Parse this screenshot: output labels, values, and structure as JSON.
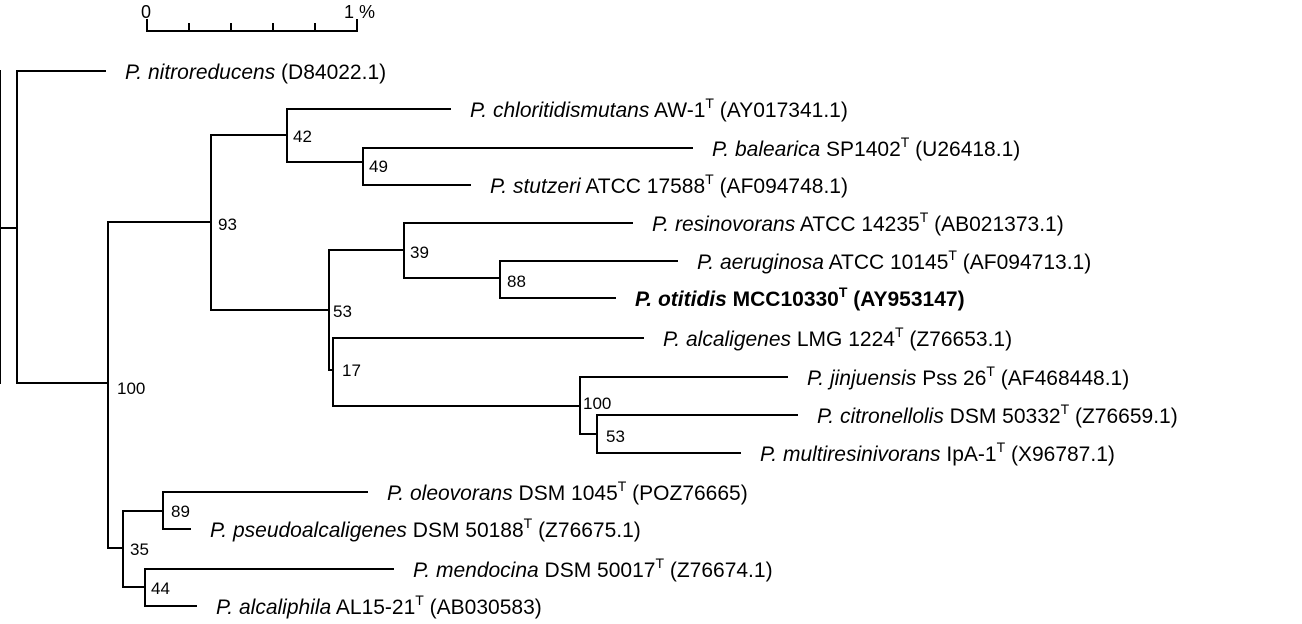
{
  "scale_bar": {
    "start_label": "0",
    "end_label": "1 %"
  },
  "taxa": [
    {
      "genus": "P. nitroreducens",
      "strain": "",
      "type_mark": "",
      "accession": "(D84022.1)",
      "bold": false
    },
    {
      "genus": "P. chloritidismutans",
      "strain": "AW-1",
      "type_mark": "T",
      "accession": "(AY017341.1)",
      "bold": false
    },
    {
      "genus": "P. balearica",
      "strain": "SP1402",
      "type_mark": "T",
      "accession": "(U26418.1)",
      "bold": false
    },
    {
      "genus": "P. stutzeri",
      "strain": "ATCC 17588",
      "type_mark": "T",
      "accession": "(AF094748.1)",
      "bold": false
    },
    {
      "genus": "P. resinovorans",
      "strain": "ATCC 14235",
      "type_mark": "T",
      "accession": "(AB021373.1)",
      "bold": false
    },
    {
      "genus": "P. aeruginosa",
      "strain": "ATCC 10145",
      "type_mark": "T",
      "accession": "(AF094713.1)",
      "bold": false
    },
    {
      "genus": "P. otitidis",
      "strain": "MCC10330",
      "type_mark": "T",
      "accession": "(AY953147)",
      "bold": true
    },
    {
      "genus": "P. alcaligenes",
      "strain": "LMG 1224",
      "type_mark": "T",
      "accession": "(Z76653.1)",
      "bold": false
    },
    {
      "genus": "P. jinjuensis",
      "strain": "Pss 26",
      "type_mark": "T",
      "accession": "(AF468448.1)",
      "bold": false
    },
    {
      "genus": "P. citronellolis",
      "strain": "DSM 50332",
      "type_mark": "T",
      "accession": "(Z76659.1)",
      "bold": false
    },
    {
      "genus": "P. multiresinivorans",
      "strain": "IpA-1",
      "type_mark": "T",
      "accession": "(X96787.1)",
      "bold": false
    },
    {
      "genus": "P. oleovorans",
      "strain": "DSM 1045",
      "type_mark": "T",
      "accession": "(POZ76665)",
      "bold": false
    },
    {
      "genus": "P. pseudoalcaligenes",
      "strain": "DSM 50188",
      "type_mark": "T",
      "accession": "(Z76675.1)",
      "bold": false
    },
    {
      "genus": "P. mendocina",
      "strain": "DSM 50017",
      "type_mark": "T",
      "accession": "(Z76674.1)",
      "bold": false
    },
    {
      "genus": "P. alcaliphila",
      "strain": "AL15-21",
      "type_mark": "T",
      "accession": "(AB030583)",
      "bold": false
    }
  ],
  "bootstrap": [
    "42",
    "49",
    "93",
    "39",
    "88",
    "53",
    "17",
    "100",
    "53",
    "100",
    "89",
    "35",
    "44"
  ]
}
